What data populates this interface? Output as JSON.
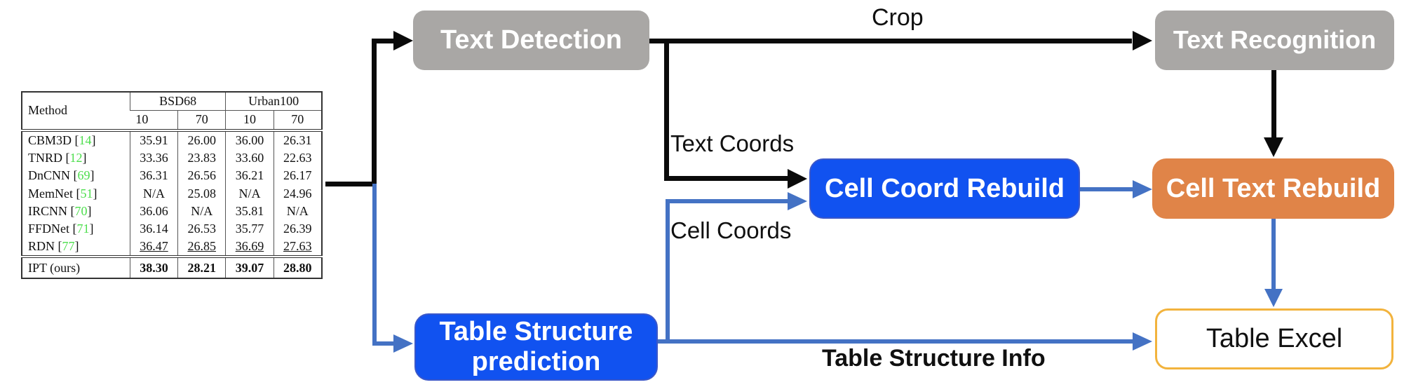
{
  "diagram": {
    "nodes": {
      "text_detection": "Text Detection",
      "text_recognition": "Text Recognition",
      "cell_coord_rebuild": "Cell Coord Rebuild",
      "cell_text_rebuild": "Cell Text Rebuild",
      "table_structure_prediction_line1": "Table Structure",
      "table_structure_prediction_line2": "prediction",
      "table_excel": "Table Excel"
    },
    "edge_labels": {
      "crop": "Crop",
      "text_coords": "Text Coords",
      "cell_coords": "Cell Coords",
      "table_structure_info": "Table Structure Info"
    },
    "colors": {
      "node_gray": "#A9A7A5",
      "node_blue": "#1152F0",
      "node_orange": "#E08448",
      "arrow_black": "#0A0A0A",
      "arrow_blue": "#4472C4",
      "table_excel_border": "#F2B33D",
      "cite_green": "#4CDE4C"
    }
  },
  "table": {
    "header": {
      "method": "Method",
      "group1": "BSD68",
      "group2": "Urban100",
      "sub": [
        "10",
        "70",
        "10",
        "70"
      ]
    },
    "rows": [
      {
        "prefix": "CBM3D [",
        "cite": "14",
        "suffix": "]",
        "values": [
          "35.91",
          "26.00",
          "36.00",
          "26.31"
        ]
      },
      {
        "prefix": "TNRD [",
        "cite": "12",
        "suffix": "]",
        "values": [
          "33.36",
          "23.83",
          "33.60",
          "22.63"
        ]
      },
      {
        "prefix": "DnCNN [",
        "cite": "69",
        "suffix": "]",
        "values": [
          "36.31",
          "26.56",
          "36.21",
          "26.17"
        ]
      },
      {
        "prefix": "MemNet [",
        "cite": "51",
        "suffix": "]",
        "values": [
          "N/A",
          "25.08",
          "N/A",
          "24.96"
        ]
      },
      {
        "prefix": "IRCNN [",
        "cite": "70",
        "suffix": "]",
        "values": [
          "36.06",
          "N/A",
          "35.81",
          "N/A"
        ]
      },
      {
        "prefix": "FFDNet [",
        "cite": "71",
        "suffix": "]",
        "values": [
          "36.14",
          "26.53",
          "35.77",
          "26.39"
        ]
      },
      {
        "prefix": "RDN [",
        "cite": "77",
        "suffix": "]",
        "values": [
          "36.47",
          "26.85",
          "36.69",
          "27.63"
        ]
      },
      {
        "prefix": "IPT (ours)",
        "cite": "",
        "suffix": "",
        "values": [
          "38.30",
          "28.21",
          "39.07",
          "28.80"
        ]
      }
    ]
  }
}
